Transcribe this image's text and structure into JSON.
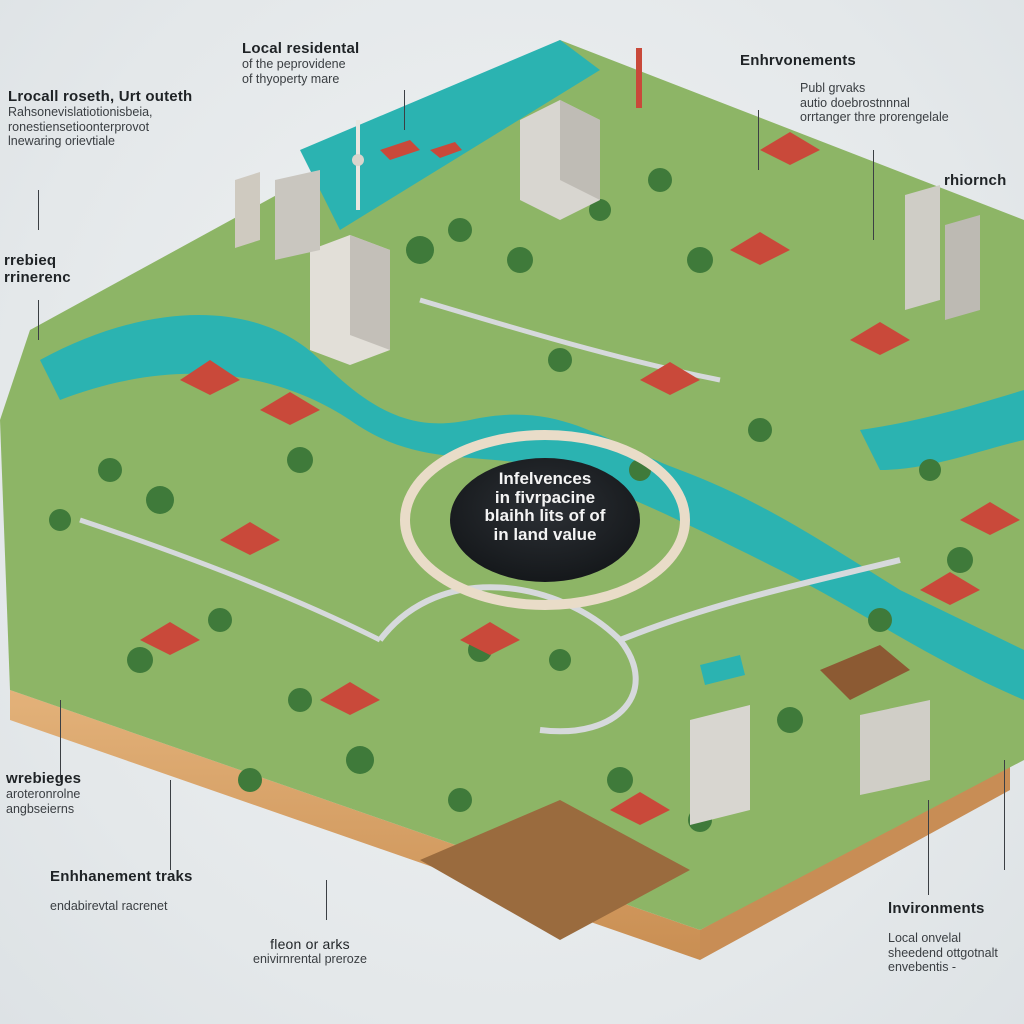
{
  "center_badge": {
    "lines": [
      "Infelvences",
      "in fivrpacine",
      "blaihh lits of of",
      "in land value"
    ]
  },
  "labels": {
    "local_residental": {
      "heading": "Local residental",
      "sub": [
        "of the peprovidene",
        "of thyoperty mare"
      ]
    },
    "local_growth": {
      "heading": "Lrocall roseth, Urt outeth",
      "sub": [
        "Rahsonevislatiotionisbeia,",
        "ronestiensetioonterprovot",
        "lnewaring orievtiale"
      ]
    },
    "enhrvonements_top": {
      "heading": "Enhrvonements",
      "sub": [
        "Publ grvaks",
        "autio doebrostnnnal",
        "orrtanger thre prorengelale"
      ]
    },
    "rhoorneh": {
      "heading": "rhiornch"
    },
    "rrebieg": {
      "heading": "rrebieq rrinerenc"
    },
    "wrebieges": {
      "heading": "wrebieges",
      "sub": [
        "aroteronrolne",
        "angbseierns"
      ]
    },
    "enhanement_traks": {
      "heading": "Enhhanement traks",
      "sub": [
        "endabirevtal racrenet"
      ]
    },
    "fleon_arks": {
      "heading": "fleon or arks",
      "sub": [
        "enivirnrental preroze"
      ]
    },
    "lnvironments": {
      "heading": "lnvironments",
      "sub": [
        "Local onvelal",
        "sheedend ottgotnalt",
        "envebentis -"
      ]
    }
  },
  "colors": {
    "water": "#2bb3b1",
    "grass": "#7ea65a",
    "tree": "#3f7a3a",
    "roof": "#c9493a",
    "building": "#d8d6d0",
    "soil": "#d9a46a",
    "badge": "#1f2226",
    "ring": "#e9dcc8"
  }
}
